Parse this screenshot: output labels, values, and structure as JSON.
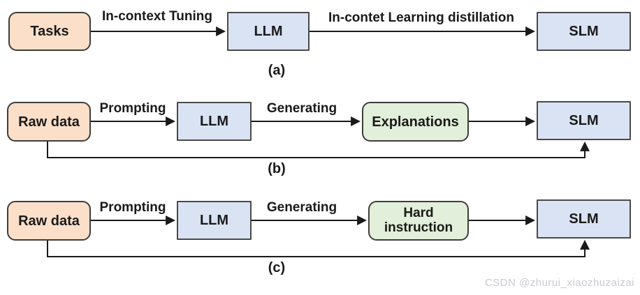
{
  "colors": {
    "box_source": "#fbdfc9",
    "box_llm": "#dae3f3",
    "box_middle": "#e2efda",
    "border": "#3d3d3d",
    "arrow": "#1a1a1a",
    "text": "#1a1a1a",
    "watermark": "#c9cad3"
  },
  "rows": [
    {
      "label": "(a)",
      "source": "Tasks",
      "llm": "LLM",
      "slm": "SLM",
      "edge1": "In-context Tuning",
      "edge2": "In-contet Learning distillation"
    },
    {
      "label": "(b)",
      "source": "Raw data",
      "llm": "LLM",
      "middle": "Explanations",
      "slm": "SLM",
      "edge1": "Prompting",
      "edge2": "Generating"
    },
    {
      "label": "(c)",
      "source": "Raw data",
      "llm": "LLM",
      "middle": "Hard instruction",
      "slm": "SLM",
      "edge1": "Prompting",
      "edge2": "Generating"
    }
  ],
  "watermark": "CSDN @zhurui_xiaozhuzaizai"
}
